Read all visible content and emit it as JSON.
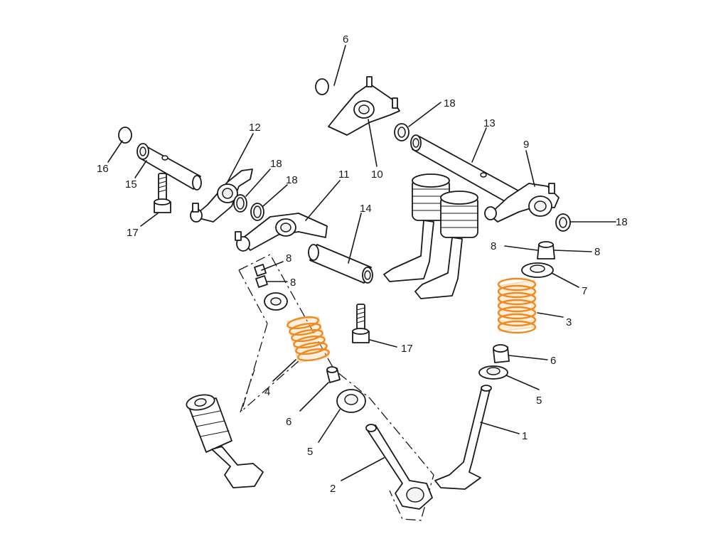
{
  "diagram": {
    "colors": {
      "line": "#1a1a1a",
      "spring": "#f08a1e",
      "background": "#ffffff"
    },
    "labels": {
      "l1": "1",
      "l2": "2",
      "l3": "3",
      "l4": "4",
      "l5a": "5",
      "l5b": "5",
      "l6a": "6",
      "l6b": "6",
      "l6c": "6",
      "l7": "7",
      "l8a": "8",
      "l8b": "8",
      "l8c": "8",
      "l8d": "8",
      "l9": "9",
      "l10": "10",
      "l11": "11",
      "l12": "12",
      "l13": "13",
      "l14": "14",
      "l15": "15",
      "l16": "16",
      "l17a": "17",
      "l17b": "17",
      "l18a": "18",
      "l18b": "18",
      "l18c": "18",
      "l18d": "18"
    }
  }
}
